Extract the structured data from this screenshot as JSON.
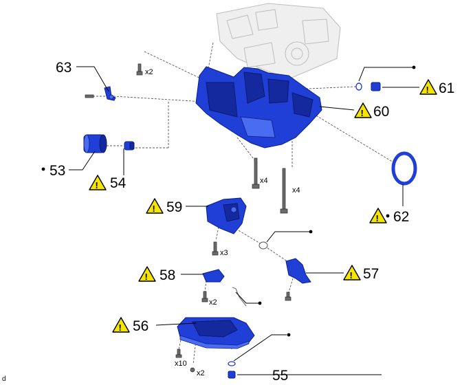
{
  "callouts": {
    "c63": {
      "number": "63"
    },
    "c53": {
      "number": "53"
    },
    "c54": {
      "number": "54"
    },
    "c55": {
      "number": "55"
    },
    "c56": {
      "number": "56"
    },
    "c57": {
      "number": "57"
    },
    "c58": {
      "number": "58"
    },
    "c59": {
      "number": "59"
    },
    "c60": {
      "number": "60"
    },
    "c61": {
      "number": "61"
    },
    "c62": {
      "number": "62"
    }
  },
  "quantities": {
    "bolt_top": "x2",
    "bolt_center_left": "x4",
    "bolt_center_right": "x4",
    "bolt_59": "x3",
    "bolt_58": "x2",
    "bolt_pan": "x10",
    "plug_pan": "x2"
  },
  "warning_symbol": "!",
  "corner_label": "d",
  "colors": {
    "part_blue": "#1f3fd6",
    "warning_yellow": "#f5e400"
  }
}
